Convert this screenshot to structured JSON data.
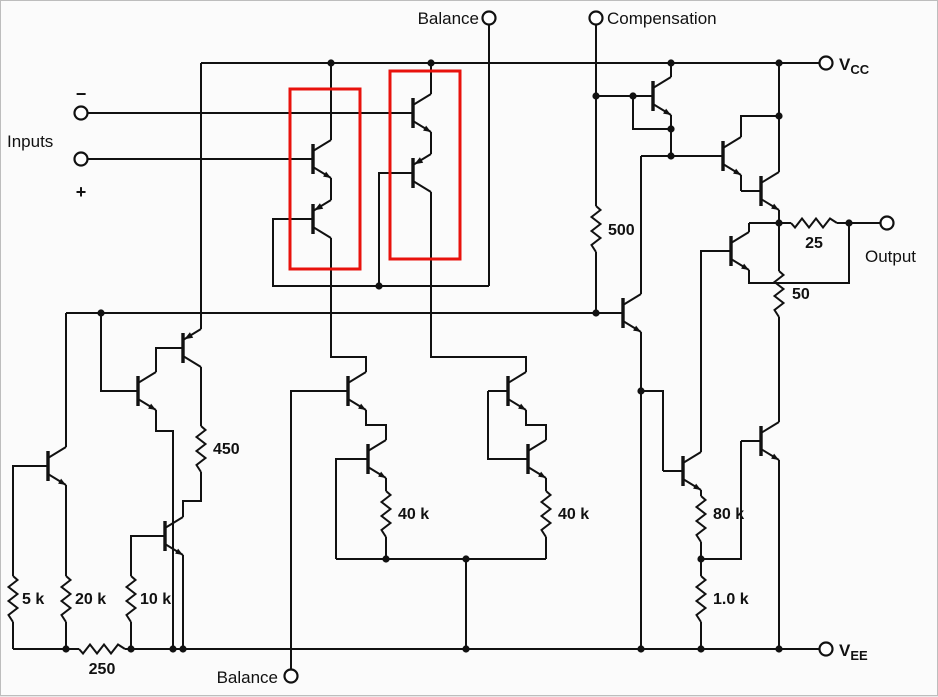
{
  "diagram": {
    "description": "Transistor-level op-amp internal schematic with two input-stage transistor pairs highlighted by red rectangles",
    "highlight_color": "#e8120c",
    "terminals": {
      "balance_top": "Balance",
      "compensation": "Compensation",
      "vcc_main": "V",
      "vcc_sub": "CC",
      "inputs_label": "Inputs",
      "input_minus": "−",
      "input_plus": "+",
      "output": "Output",
      "vee_main": "V",
      "vee_sub": "EE",
      "balance_bottom": "Balance"
    },
    "resistors": {
      "r500": "500",
      "r25": "25",
      "r50": "50",
      "r450": "450",
      "r40k_a": "40 k",
      "r40k_b": "40 k",
      "r80k": "80 k",
      "r1p0k": "1.0 k",
      "r5k": "5 k",
      "r20k": "20 k",
      "r10k": "10 k",
      "r250": "250"
    }
  }
}
